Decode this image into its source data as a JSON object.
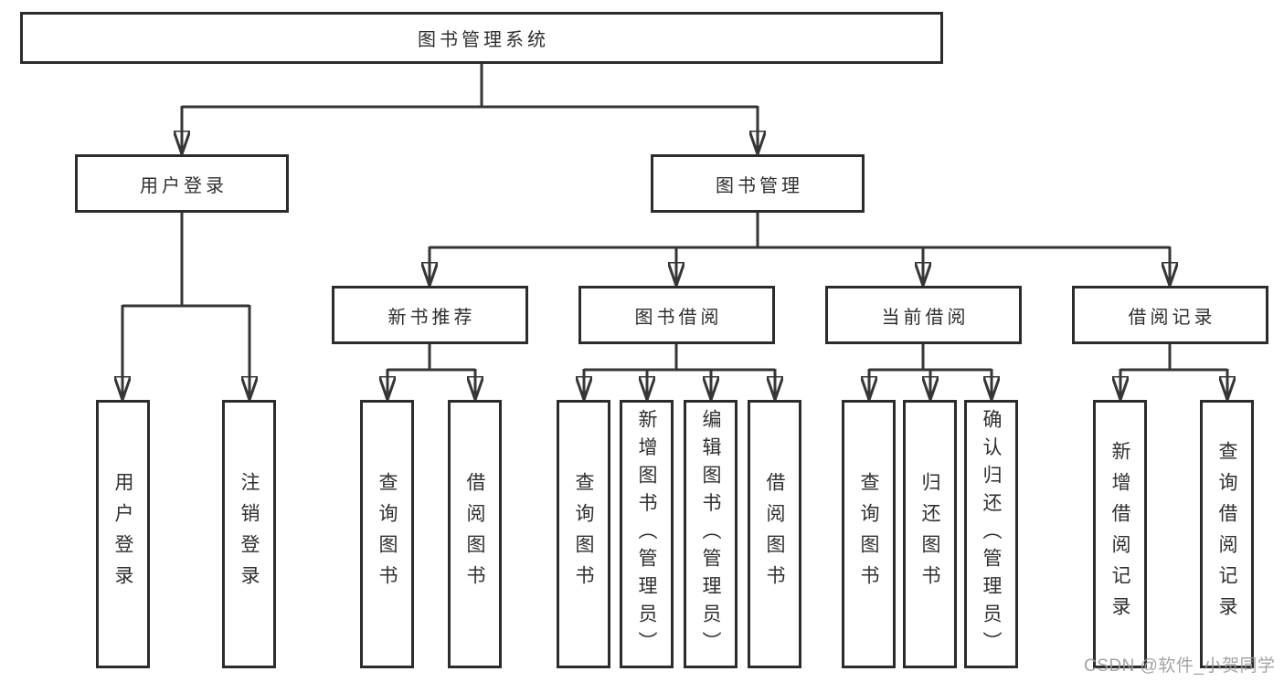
{
  "tree": {
    "label": "图书管理系统",
    "children": [
      {
        "label": "用户登录",
        "children": [
          {
            "label": "用户登录"
          },
          {
            "label": "注销登录"
          }
        ]
      },
      {
        "label": "图书管理",
        "children": [
          {
            "label": "新书推荐",
            "children": [
              {
                "label": "查询图书"
              },
              {
                "label": "借阅图书"
              }
            ]
          },
          {
            "label": "图书借阅",
            "children": [
              {
                "label": "查询图书"
              },
              {
                "label": "新增图书（管理员）"
              },
              {
                "label": "编辑图书（管理员）"
              },
              {
                "label": "借阅图书"
              }
            ]
          },
          {
            "label": "当前借阅",
            "children": [
              {
                "label": "查询图书"
              },
              {
                "label": "归还图书"
              },
              {
                "label": "确认归还（管理员）"
              }
            ]
          },
          {
            "label": "借阅记录",
            "children": [
              {
                "label": "新增借阅记录"
              },
              {
                "label": "查询借阅记录"
              }
            ]
          }
        ]
      }
    ]
  },
  "watermark": {
    "text": "CSDN @软件_小贺同学"
  },
  "colors": {
    "line": "#363636",
    "box_border": "#2c2c2c",
    "text": "#2f2f2f",
    "background": "#ffffff"
  }
}
